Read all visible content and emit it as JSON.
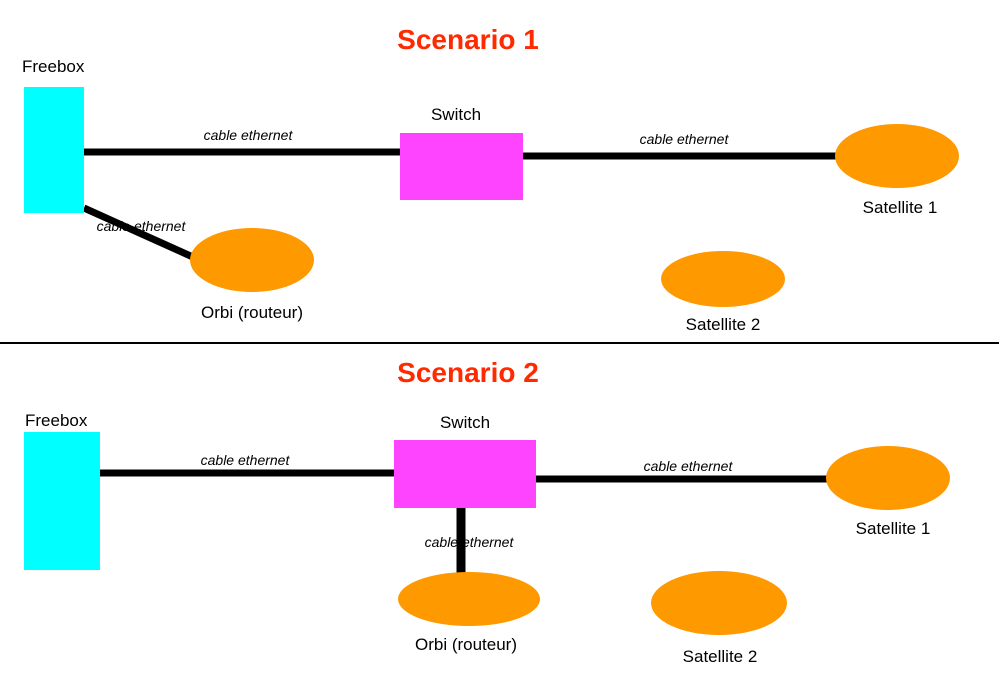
{
  "colors": {
    "title": "#ff2a00",
    "freebox": "#00ffff",
    "switch": "#ff44ff",
    "device": "#ff9900",
    "cable": "#000000",
    "divider": "#000000"
  },
  "scenario1": {
    "title": "Scenario 1",
    "freebox_label": "Freebox",
    "switch_label": "Switch",
    "orbi_label": "Orbi (routeur)",
    "satellite1_label": "Satellite 1",
    "satellite2_label": "Satellite 2",
    "cable_freebox_switch": "cable ethernet",
    "cable_switch_satellite1": "cable ethernet",
    "cable_freebox_orbi": "cable ethernet"
  },
  "scenario2": {
    "title": "Scenario 2",
    "freebox_label": "Freebox",
    "switch_label": "Switch",
    "orbi_label": "Orbi (routeur)",
    "satellite1_label": "Satellite 1",
    "satellite2_label": "Satellite 2",
    "cable_freebox_switch": "cable ethernet",
    "cable_switch_satellite1": "cable ethernet",
    "cable_switch_orbi": "cable ethernet"
  }
}
